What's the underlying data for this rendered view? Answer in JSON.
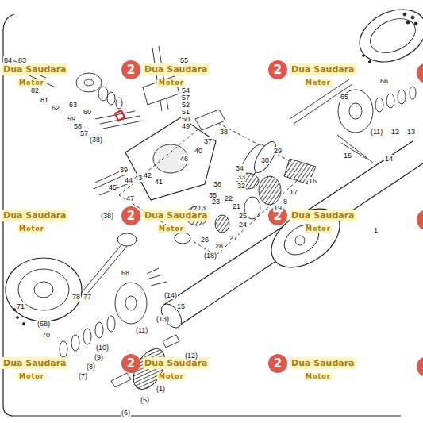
{
  "diagram": {
    "labels": [
      "Dua Saudara",
      "Motor",
      "2",
      "Dua Saudara",
      "Motor",
      "2",
      "Dua Saudara",
      "Motor",
      "Dua Saudara",
      "Motor",
      "2",
      "Dua Saudara",
      "Motor",
      "2",
      "Dua Saudara",
      "Motor",
      "Dua Saudara",
      "Motor",
      "2",
      "Dua Saudara",
      "Motor",
      "2",
      "Dua Saudara",
      "Motor",
      "84",
      "83",
      "82",
      "81",
      "62",
      "63",
      "60",
      "59",
      "58",
      "57",
      "(38)",
      "55",
      "54",
      "57",
      "52",
      "51",
      "50",
      "49",
      "38",
      "37",
      "40",
      "46",
      "39",
      "44",
      "43",
      "42",
      "41",
      "45",
      "47",
      "(38)",
      "29",
      "30",
      "34",
      "33",
      "32",
      "36",
      "35",
      "13",
      "22",
      "21",
      "23",
      "19",
      "17",
      "16",
      "8",
      "25",
      "24",
      "27",
      "28",
      "26",
      "(18)",
      "1",
      "66",
      "65",
      "(11)",
      "12",
      "13",
      "14",
      "15",
      "68",
      "71",
      "(68)",
      "70",
      "78",
      "77",
      "(14)",
      "15",
      "(13)",
      "(11)",
      "(12)",
      "(10)",
      "(9)",
      "(8)",
      "(7)",
      "(1)",
      "(5)",
      "(6)"
    ]
  }
}
